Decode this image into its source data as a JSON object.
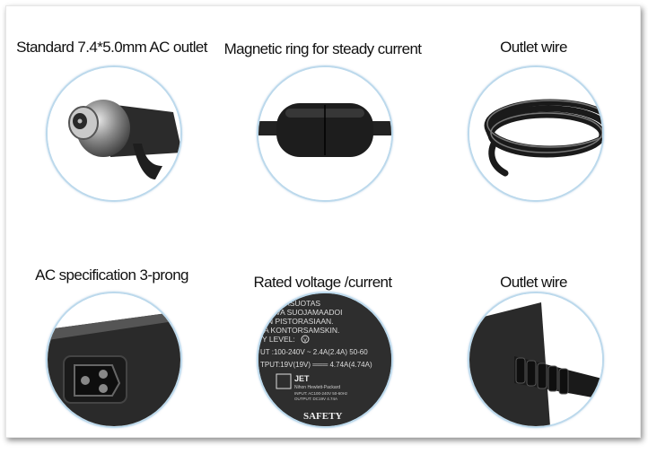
{
  "panels": [
    {
      "id": "ac-outlet",
      "caption": "Standard 7.4*5.0mm AC outlet",
      "icon": "dc-plug-tip-icon"
    },
    {
      "id": "magnetic-ring",
      "caption": "Magnetic ring for  steady current",
      "icon": "ferrite-ring-icon"
    },
    {
      "id": "outlet-wire-top",
      "caption": "Outlet wire",
      "icon": "coiled-cable-icon"
    },
    {
      "id": "ac-spec",
      "caption": "AC specification 3-prong",
      "icon": "three-prong-socket-icon"
    },
    {
      "id": "rated-voltage",
      "caption": "Rated voltage /current",
      "icon": "rating-label-icon"
    },
    {
      "id": "outlet-wire-bottom",
      "caption": "Outlet wire",
      "icon": "strain-relief-cable-icon"
    }
  ],
  "rating_label": {
    "lines": [
      "VASUOTAS",
      "AVA SUOJAMAADOI",
      "N PISTORASIAAN.",
      "A KONTORSAMSKIN.",
      "Y LEVEL:",
      "UT :100-240V ~ 2.4A(2.4A)   50-60",
      "TPUT:19V(19V) ═══ 4.74A(4.74A)"
    ],
    "level_mark": "V",
    "brand": "JET",
    "maker": "Nihon Hewlett-Packard",
    "small_input": "INPUT: AC100-240V  50-60Hz",
    "small_output": "OUTPUT: DC19V    4.74A",
    "safety": "SAFETY"
  }
}
